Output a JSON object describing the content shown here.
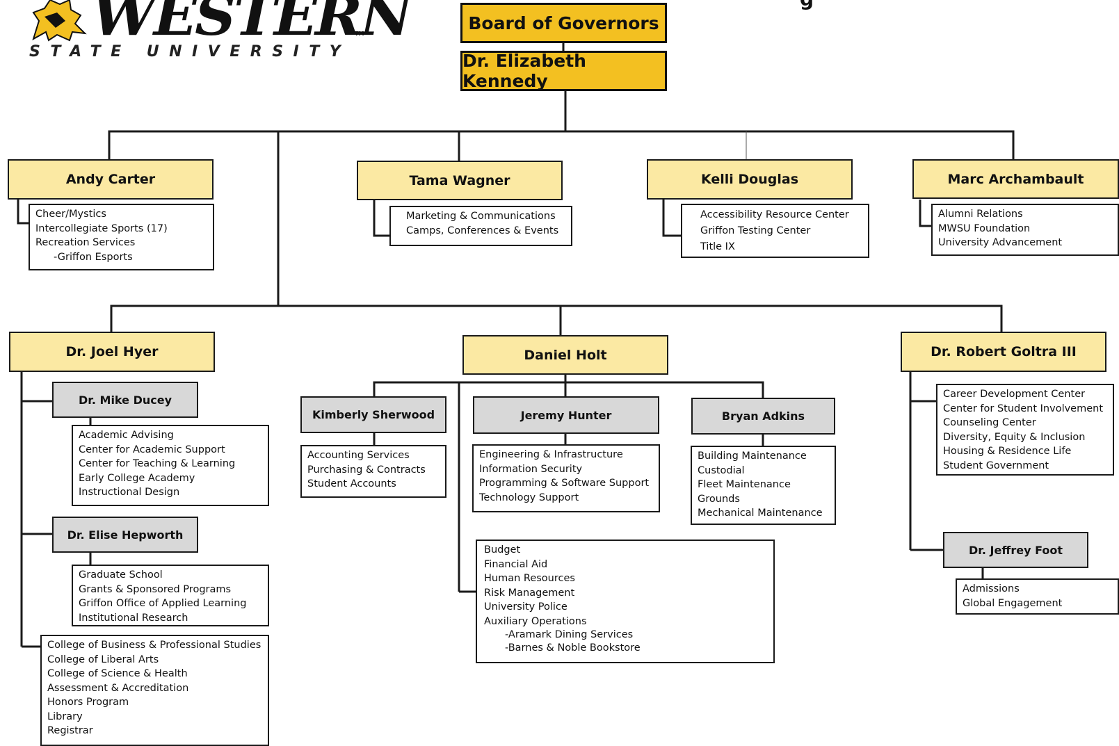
{
  "logo": {
    "wordmark": "WESTERN",
    "tagline": "STATE UNIVERSITY",
    "trademark": "TM"
  },
  "title_fragment": "g",
  "board": {
    "label": "Board of Governors"
  },
  "president": {
    "label": "Dr. Elizabeth Kennedy"
  },
  "top_row": [
    {
      "name": "Andy Carter",
      "items": [
        "Cheer/Mystics",
        "Intercollegiate Sports (17)",
        "Recreation Services",
        "-Griffon Esports"
      ]
    },
    {
      "name": "Tama Wagner",
      "items": [
        "Marketing & Communications",
        "Camps, Conferences & Events"
      ]
    },
    {
      "name": "Kelli Douglas",
      "items": [
        "Accessibility Resource Center",
        "Griffon Testing Center",
        "Title IX"
      ]
    },
    {
      "name": "Marc Archambault",
      "items": [
        "Alumni Relations",
        "MWSU Foundation",
        "University Advancement"
      ]
    }
  ],
  "hyer": {
    "name": "Dr. Joel Hyer",
    "ducey": {
      "name": "Dr. Mike Ducey",
      "items": [
        "Academic Advising",
        "Center for Academic Support",
        "Center for Teaching & Learning",
        "Early College Academy",
        "Instructional Design"
      ]
    },
    "hepworth": {
      "name": "Dr. Elise Hepworth",
      "items": [
        "Graduate School",
        "Grants & Sponsored Programs",
        "Griffon Office of Applied Learning",
        "Institutional Research"
      ]
    },
    "colleges": [
      "College of Business & Professional Studies",
      "College of Liberal Arts",
      "College of Science & Health",
      "Assessment & Accreditation",
      "Honors Program",
      "Library",
      "Registrar"
    ]
  },
  "holt": {
    "name": "Daniel Holt",
    "sherwood": {
      "name": "Kimberly Sherwood",
      "items": [
        "Accounting Services",
        "Purchasing & Contracts",
        "Student Accounts"
      ]
    },
    "hunter": {
      "name": "Jeremy Hunter",
      "items": [
        "Engineering & Infrastructure",
        "Information Security",
        "Programming & Software Support",
        "Technology Support"
      ]
    },
    "adkins": {
      "name": "Bryan Adkins",
      "items": [
        "Building Maintenance",
        "Custodial",
        "Fleet Maintenance",
        "Grounds",
        "Mechanical Maintenance"
      ]
    },
    "direct": [
      "Budget",
      "Financial Aid",
      "Human Resources",
      "Risk Management",
      "University Police",
      "Auxiliary Operations",
      "-Aramark Dining Services",
      "-Barnes & Noble Bookstore"
    ]
  },
  "goltra": {
    "name": "Dr. Robert Goltra III",
    "items": [
      "Career Development Center",
      "Center for Student Involvement",
      "Counseling Center",
      "Diversity, Equity & Inclusion",
      "Housing & Residence Life",
      "Student Government"
    ],
    "foot": {
      "name": "Dr. Jeffrey Foot",
      "items": [
        "Admissions",
        "Global Engagement"
      ]
    }
  },
  "colors": {
    "gold": "#f3c021",
    "light_yellow": "#fbe9a3",
    "gray": "#d8d8d8",
    "line": "#1a1a1a"
  }
}
